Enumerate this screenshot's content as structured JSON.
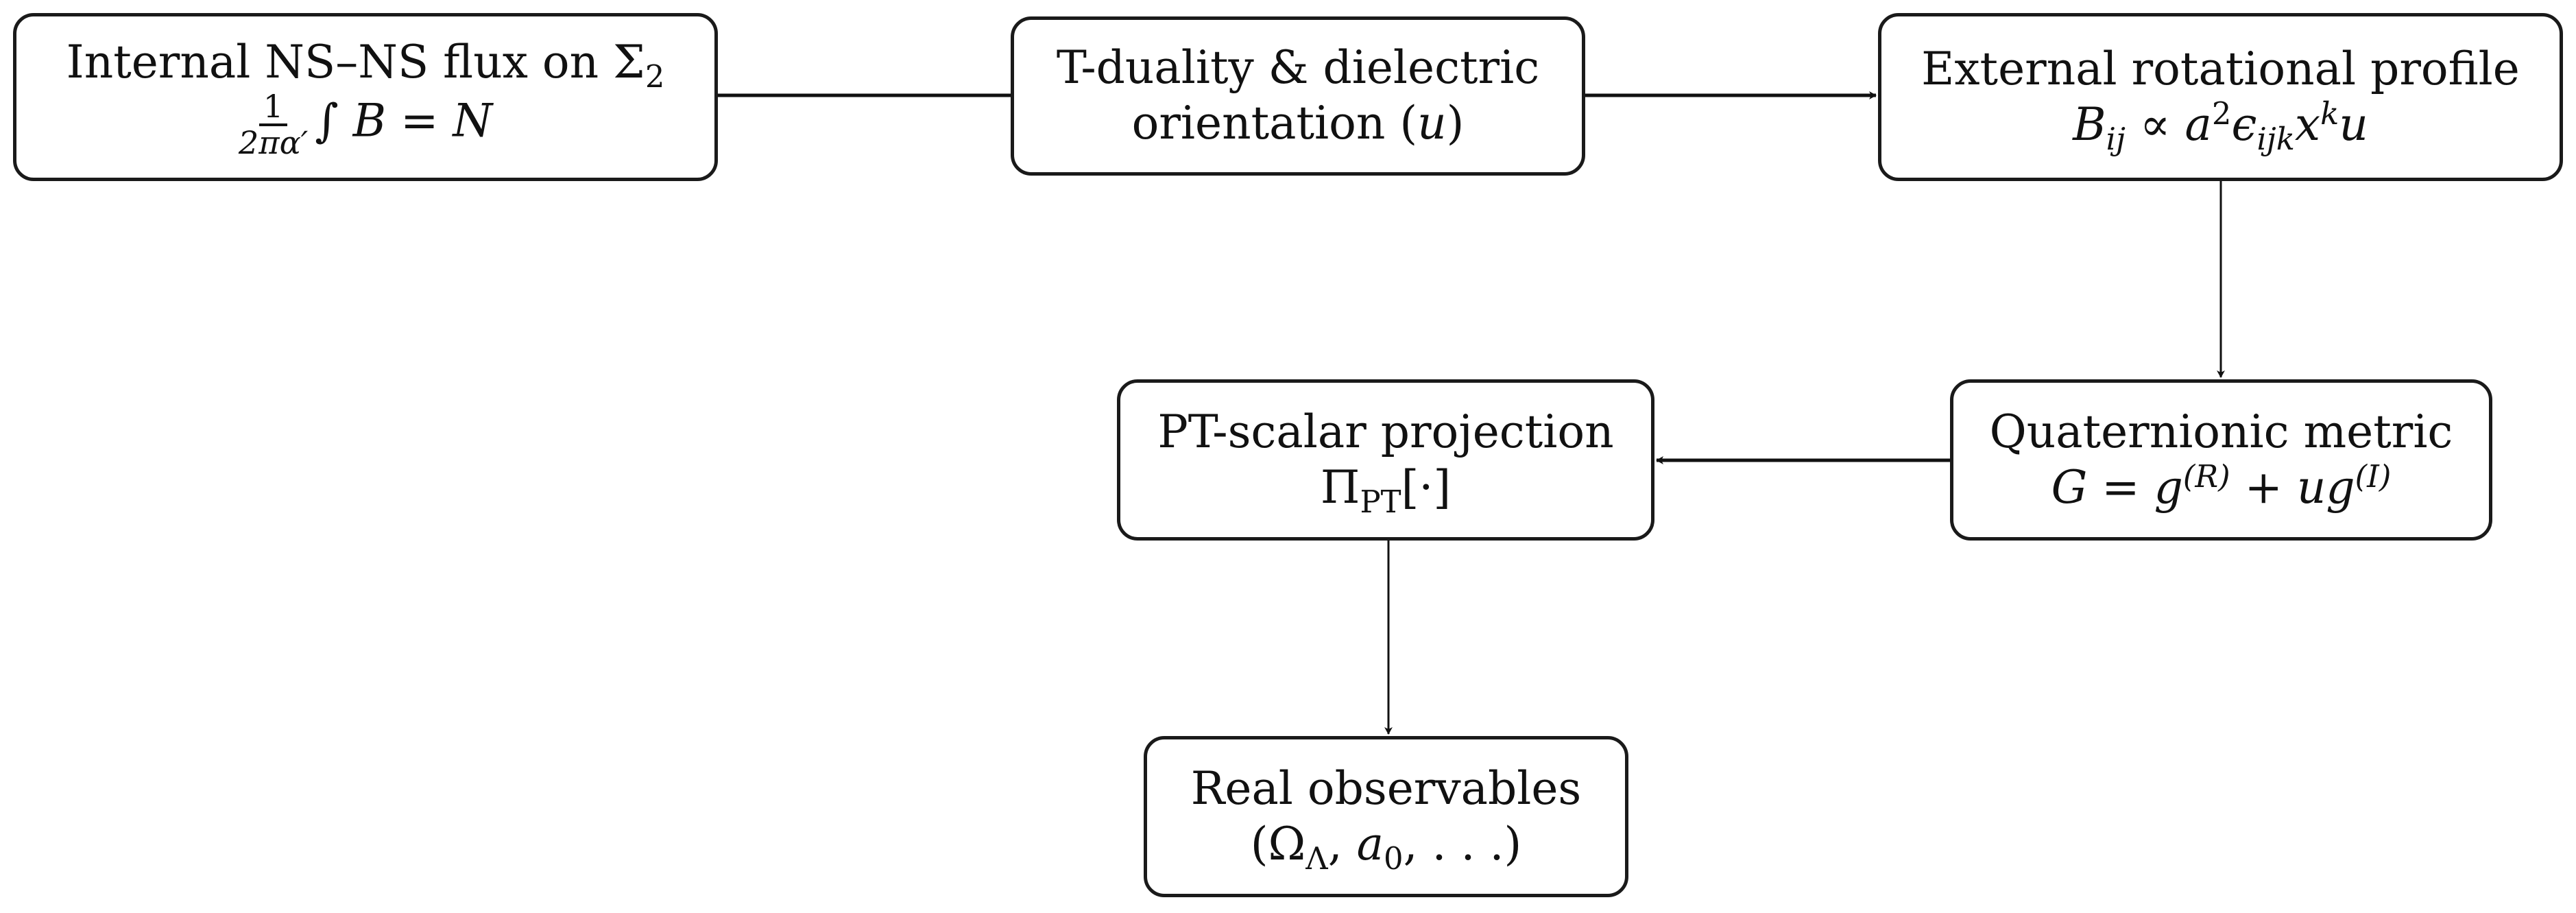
{
  "nodes": {
    "flux": {
      "title": "Internal NS–NS flux on Σ",
      "title_sub": "2",
      "frac_num": "1",
      "frac_den": "2πα′",
      "integral": "∫",
      "rest_B": "B",
      "rest_eq": " = ",
      "rest_N": "N"
    },
    "tduality": {
      "line1": "T-duality & dielectric",
      "line2": "orientation (",
      "var": "u",
      "close": ")"
    },
    "external": {
      "title": "External rotational profile",
      "B": "B",
      "B_sub": "ij",
      "prop": " ∝ ",
      "a": "a",
      "a_sup": "2",
      "eps": "ϵ",
      "eps_sub": "ijk",
      "x": "x",
      "x_sup": "k",
      "u": "u"
    },
    "quaternionic": {
      "title": "Quaternionic metric",
      "G": "G",
      "eq": " = ",
      "g1": "g",
      "g1_sup": "(R)",
      "plus": " + ",
      "u": "u",
      "g2": "g",
      "g2_sup": "(I)"
    },
    "projection": {
      "title": "PT-scalar projection",
      "Pi": "Π",
      "Pi_sub": "PT",
      "arg": "[·]"
    },
    "observables": {
      "title": "Real observables",
      "open": "(Ω",
      "omega_sub": "Λ",
      "sep": ", ",
      "a": "a",
      "a_sub": "0",
      "rest": ", . . .)"
    }
  },
  "edges": [
    {
      "from": "flux",
      "to": "tduality",
      "arrow": false
    },
    {
      "from": "tduality",
      "to": "external",
      "arrow": true
    },
    {
      "from": "external",
      "to": "quaternionic",
      "arrow": true
    },
    {
      "from": "quaternionic",
      "to": "projection",
      "arrow": true
    },
    {
      "from": "projection",
      "to": "observables",
      "arrow": true
    }
  ]
}
